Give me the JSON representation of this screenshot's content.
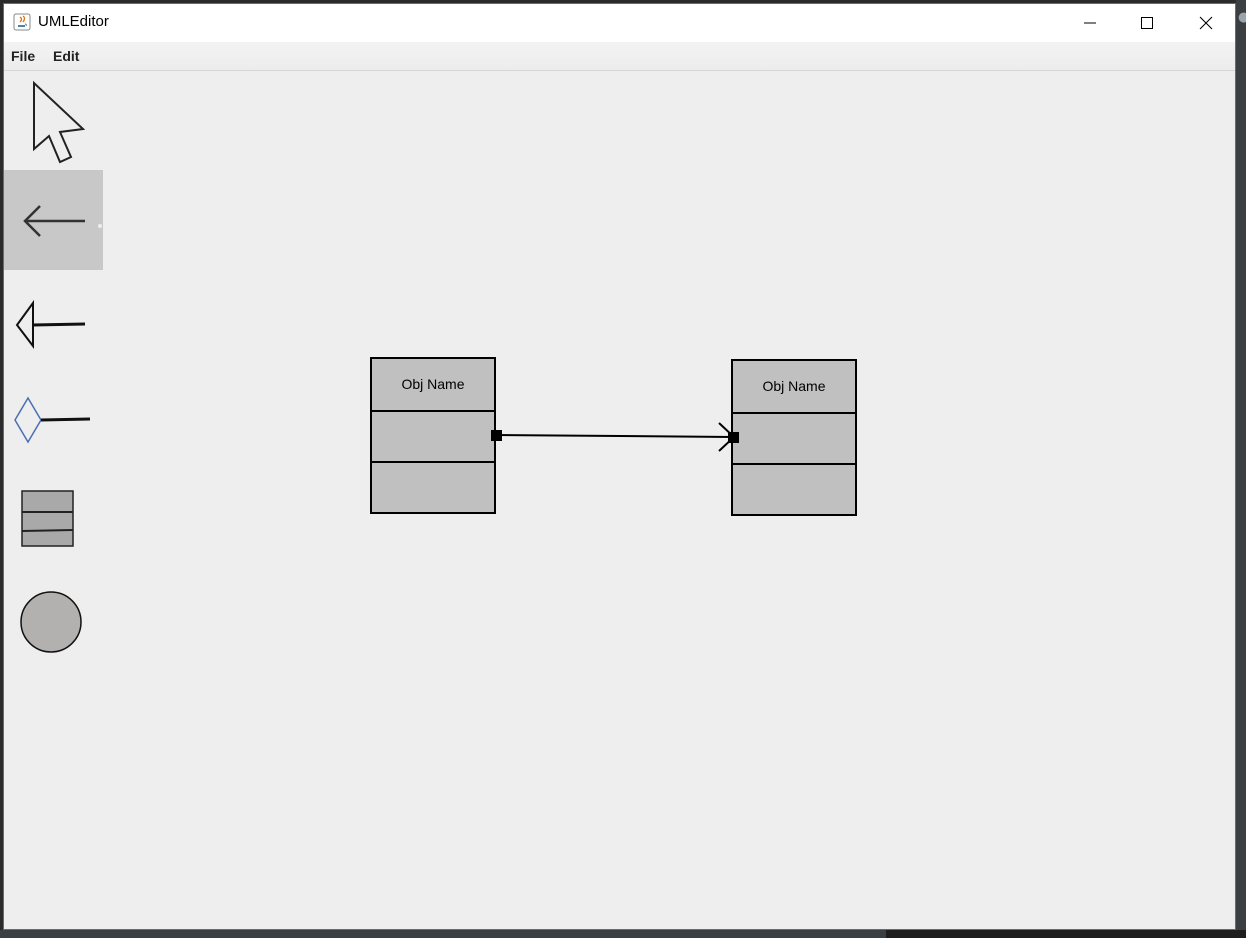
{
  "window": {
    "title": "UMLEditor",
    "controls": [
      "minimize",
      "maximize",
      "close"
    ]
  },
  "menu": {
    "items": [
      {
        "label": "File"
      },
      {
        "label": "Edit"
      }
    ]
  },
  "toolbar": {
    "selected_tool": "association-line",
    "tools": [
      {
        "name": "select",
        "icon": "arrow-pointer-icon"
      },
      {
        "name": "association-line",
        "icon": "association-arrow-icon"
      },
      {
        "name": "generalization-line",
        "icon": "generalization-arrow-icon"
      },
      {
        "name": "composition-line",
        "icon": "composition-diamond-icon"
      },
      {
        "name": "class",
        "icon": "class-box-icon"
      },
      {
        "name": "use-case",
        "icon": "use-case-circle-icon"
      }
    ]
  },
  "canvas": {
    "objects": [
      {
        "type": "class",
        "name": "Obj Name"
      },
      {
        "type": "class",
        "name": "Obj Name"
      }
    ],
    "links": [
      {
        "type": "association",
        "from": 0,
        "to": 1
      }
    ]
  },
  "colors": {
    "window_bg": "#eeeeee",
    "selected_tool_bg": "#c8c8c8",
    "class_fill": "#c0c0c0",
    "composition_stroke": "#4a6fb5",
    "use_case_fill": "#b3b0b0"
  }
}
